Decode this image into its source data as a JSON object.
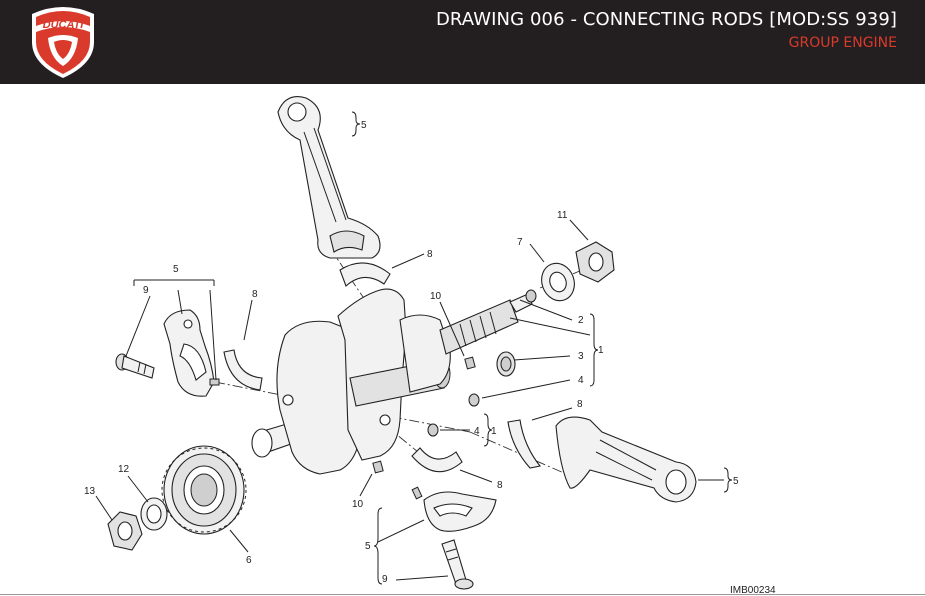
{
  "header": {
    "title": "DRAWING 006 - CONNECTING RODS [MOD:SS 939]",
    "group": "GROUP ENGINE",
    "logo_text": "DUCATI"
  },
  "colors": {
    "header_bg": "#231f20",
    "brand_red": "#d93a2b",
    "title_text": "#ffffff"
  },
  "drawing": {
    "code": "IMB00234",
    "callouts": {
      "c5_top": "5",
      "c8_top": "8",
      "c11": "11",
      "c7": "7",
      "c10_top": "10",
      "c2": "2",
      "c3": "3",
      "c4_right": "4",
      "c1_right": "1",
      "c5_left": "5",
      "c9_left": "9",
      "c8_left": "8",
      "c4_mid": "4",
      "c1_mid": "1",
      "c8_right": "8",
      "c5_right": "5",
      "c12": "12",
      "c13": "13",
      "c6": "6",
      "c10_bottom": "10",
      "c8_bottom": "8",
      "c5_bottom": "5",
      "c9_bottom": "9"
    }
  }
}
